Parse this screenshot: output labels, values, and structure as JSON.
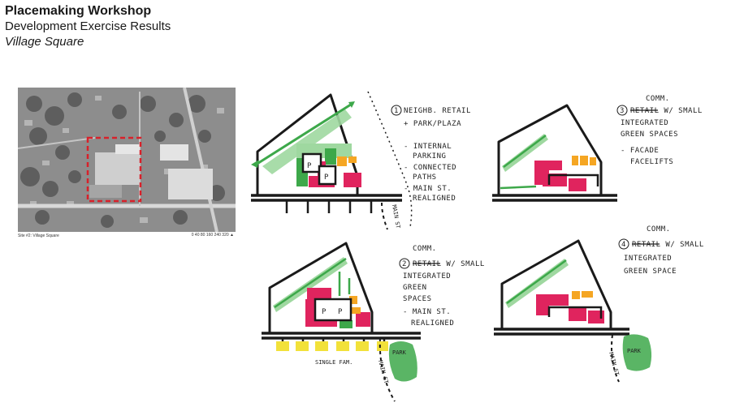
{
  "header": {
    "title": "Placemaking Workshop",
    "subtitle": "Development Exercise Results",
    "site_name": "Village Square"
  },
  "aerial": {
    "caption": "Site #2: Village Square",
    "scale_text": "0 40 80 160 240 320"
  },
  "sketches": {
    "s1": {
      "num": "1",
      "lines": [
        "NEIGHB. RETAIL",
        "+ PARK/PLAZA",
        "- INTERNAL",
        "PARKING",
        "- CONNECTED",
        "PATHS",
        "- MAIN ST.",
        "REALIGNED"
      ],
      "parking": "P",
      "street": "MAIN ST"
    },
    "s2": {
      "num": "3",
      "lines": [
        "COMM.",
        "RETAIL W/ SMALL",
        "INTEGRATED",
        "GREEN SPACES",
        "- FACADE",
        "FACELIFTS"
      ]
    },
    "s3": {
      "num": "2",
      "lines": [
        "COMM.",
        "RETAIL W/ SMALL",
        "INTEGRATED",
        "GREEN",
        "SPACES",
        "- MAIN ST.",
        "REALIGNED"
      ],
      "parking": "P",
      "single_fam": "SINGLE FAM.",
      "park": "PARK",
      "street": "MAIN ST"
    },
    "s4": {
      "num": "4",
      "lines": [
        "COMM.",
        "RETAIL W/ SMALL",
        "INTEGRATED",
        "GREEN SPACE"
      ],
      "park": "PARK",
      "street": "MAIN ST"
    }
  },
  "colors": {
    "green": "#3da84a",
    "light_green": "#9fd8a0",
    "magenta": "#e0245e",
    "orange": "#f5a623",
    "yellow": "#f2e13a",
    "ink": "#1a1a1a",
    "site_boundary": "#d8212a"
  }
}
